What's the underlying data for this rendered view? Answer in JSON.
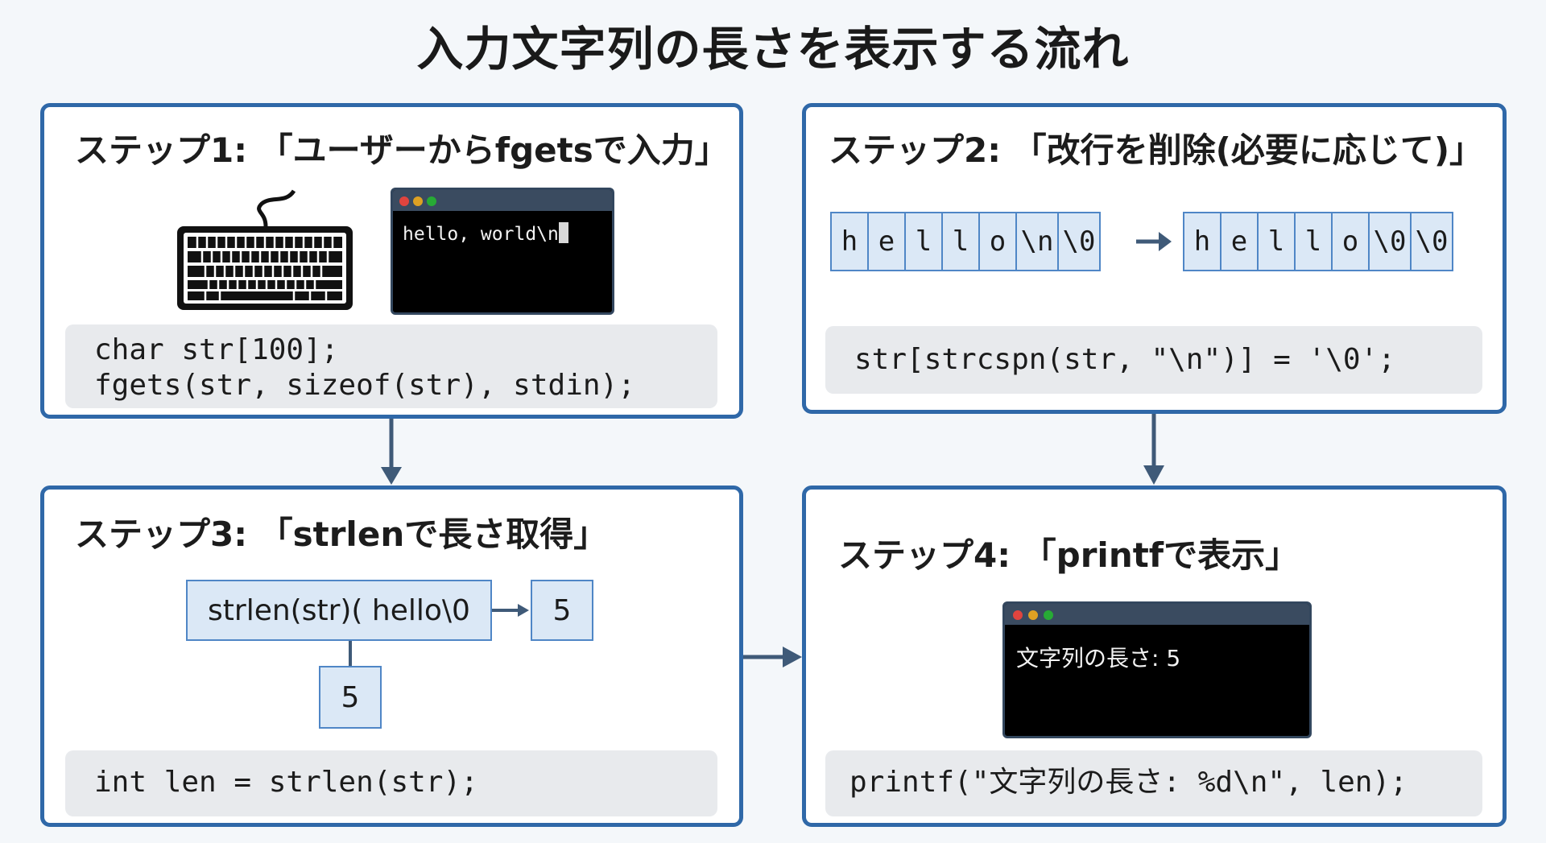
{
  "title": "入力文字列の長さを表示する流れ",
  "step1": {
    "title": "ステップ1: 「ユーザーからfgetsで入力」",
    "terminal_text": "hello, world\\n",
    "code_line1": "char str[100];",
    "code_line2": "fgets(str, sizeof(str), stdin);"
  },
  "step2": {
    "title": "ステップ2: 「改行を削除(必要に応じて)」",
    "before_cells": [
      "h",
      "e",
      "l",
      "l",
      "o",
      "\\n",
      "\\0"
    ],
    "after_cells": [
      "h",
      "e",
      "l",
      "l",
      "o",
      "\\0",
      "\\0"
    ],
    "code": "str[strcspn(str, \"\\n\")] = '\\0';"
  },
  "step3": {
    "title": "ステップ3: 「strlenで長さ取得」",
    "call_box": "strlen(str)( hello\\0",
    "result_right": "5",
    "result_below": "5",
    "code": "int len = strlen(str);"
  },
  "step4": {
    "title": "ステップ4: 「printfで表示」",
    "terminal_text": "文字列の長さ: 5",
    "code": "printf(\"文字列の長さ: %d\\n\", len);"
  },
  "colors": {
    "panel_border": "#2f68a8",
    "arrow": "#3f5a78",
    "cell_fill": "#dbe8f6",
    "cell_border": "#4f86c6",
    "code_bg": "#e8eaed"
  },
  "icons": [
    "keyboard-icon",
    "terminal-window",
    "arrow-right-icon",
    "arrow-down-icon"
  ]
}
